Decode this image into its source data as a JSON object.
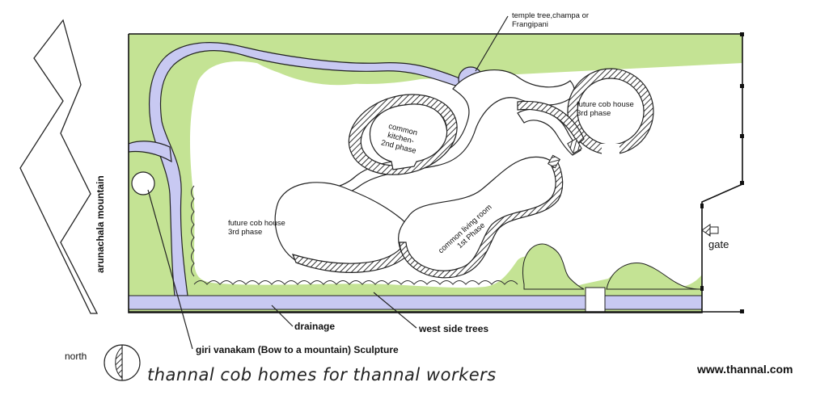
{
  "labels": {
    "temple_tree_line1": "temple tree,champa or",
    "temple_tree_line2": "Frangipani",
    "future_house_ne_line1": "future cob house",
    "future_house_ne_line2": "3rd phase",
    "kitchen_line1": "common",
    "kitchen_line2": "kitchen-",
    "kitchen_line3": "2nd phase",
    "future_house_w_line1": "future cob house",
    "future_house_w_line2": "3rd phase",
    "living_line1": "common living room",
    "living_line2": "1st Phase",
    "gate": "gate",
    "mountain": "arunachala mountain",
    "drainage": "drainage",
    "west_trees": "west side trees",
    "sculpture": "giri vanakam (Bow to a mountain) Sculpture",
    "north": "north"
  },
  "caption": "thannal cob homes for thannal workers",
  "website": "www.thannal.com",
  "colors": {
    "grass": "#c4e394",
    "water": "#c8c9f2",
    "outline": "#222222",
    "hatch": "#333333"
  }
}
